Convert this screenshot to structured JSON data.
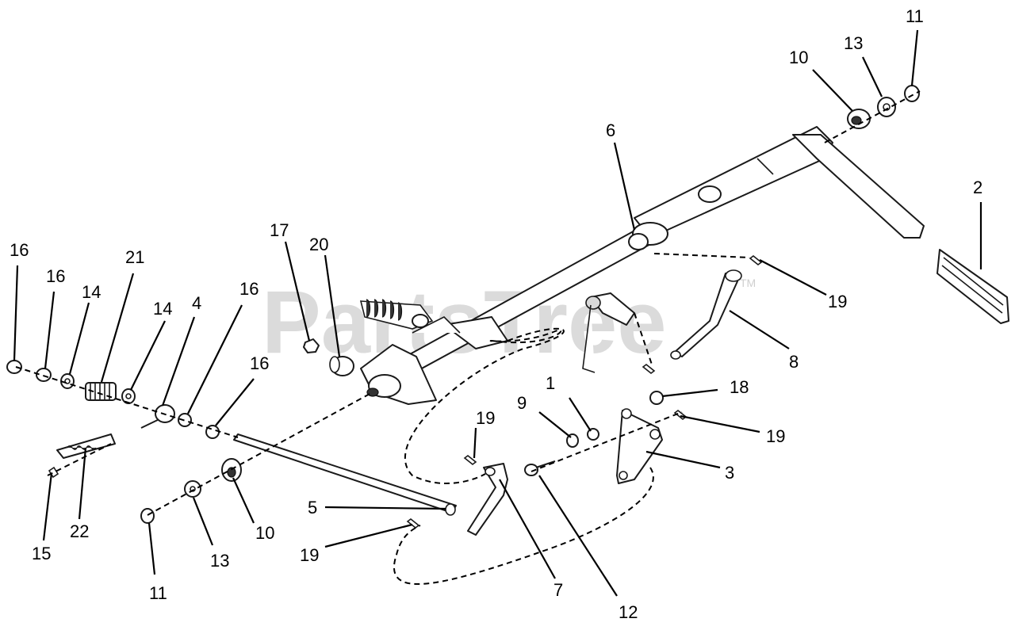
{
  "watermark": {
    "text": "PartsTree",
    "trademark": "TM"
  },
  "callouts": [
    {
      "id": "c-16a",
      "text": "16"
    },
    {
      "id": "c-16b",
      "text": "16"
    },
    {
      "id": "c-14a",
      "text": "14"
    },
    {
      "id": "c-21",
      "text": "21"
    },
    {
      "id": "c-14b",
      "text": "14"
    },
    {
      "id": "c-4",
      "text": "4"
    },
    {
      "id": "c-16c",
      "text": "16"
    },
    {
      "id": "c-16d",
      "text": "16"
    },
    {
      "id": "c-17",
      "text": "17"
    },
    {
      "id": "c-20",
      "text": "20"
    },
    {
      "id": "c-6",
      "text": "6"
    },
    {
      "id": "c-10a",
      "text": "10"
    },
    {
      "id": "c-13a",
      "text": "13"
    },
    {
      "id": "c-11a",
      "text": "11"
    },
    {
      "id": "c-2",
      "text": "2"
    },
    {
      "id": "c-19a",
      "text": "19"
    },
    {
      "id": "c-8",
      "text": "8"
    },
    {
      "id": "c-1",
      "text": "1"
    },
    {
      "id": "c-18",
      "text": "18"
    },
    {
      "id": "c-9",
      "text": "9"
    },
    {
      "id": "c-19b",
      "text": "19"
    },
    {
      "id": "c-19c",
      "text": "19"
    },
    {
      "id": "c-3",
      "text": "3"
    },
    {
      "id": "c-5",
      "text": "5"
    },
    {
      "id": "c-10b",
      "text": "10"
    },
    {
      "id": "c-19d",
      "text": "19"
    },
    {
      "id": "c-15",
      "text": "15"
    },
    {
      "id": "c-22",
      "text": "22"
    },
    {
      "id": "c-13b",
      "text": "13"
    },
    {
      "id": "c-11b",
      "text": "11"
    },
    {
      "id": "c-7",
      "text": "7"
    },
    {
      "id": "c-12",
      "text": "12"
    }
  ]
}
